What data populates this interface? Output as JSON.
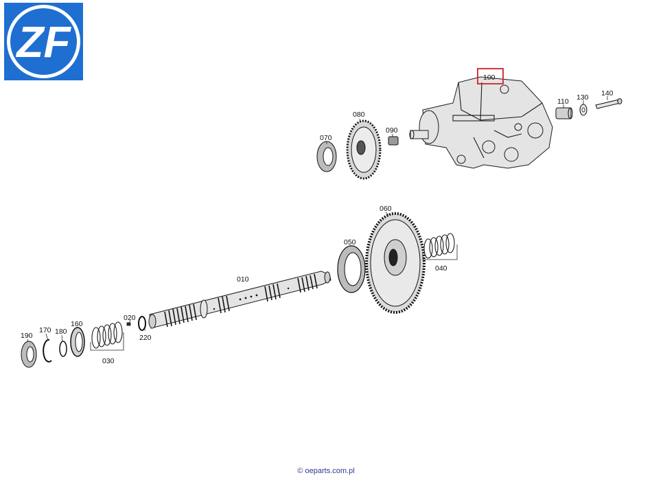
{
  "logo": {
    "text": "ZF",
    "bg_color": "#1e6fd1",
    "fg_color": "#ffffff"
  },
  "highlight_color": "#d0202a",
  "parts": {
    "p010": "010",
    "p020": "020",
    "p030": "030",
    "p040": "040",
    "p050": "050",
    "p060": "060",
    "p070": "070",
    "p080": "080",
    "p090": "090",
    "p100": "100",
    "p110": "110",
    "p130": "130",
    "p140": "140",
    "p160": "160",
    "p170": "170",
    "p180": "180",
    "p190": "190",
    "p220": "220"
  },
  "footer": {
    "copyright": "© oeparts.com.pl"
  }
}
